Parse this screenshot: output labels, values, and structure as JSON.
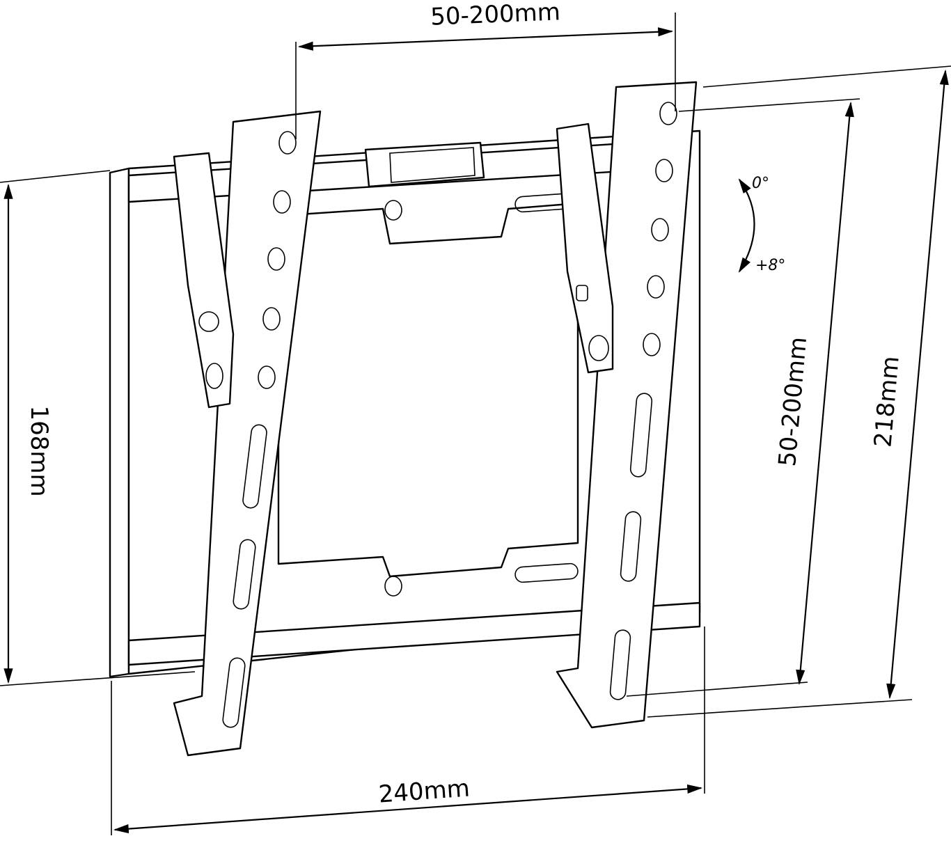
{
  "diagram": {
    "subject": "Tilting TV wall mount bracket",
    "dimensions": {
      "top_vesa_horizontal": "50-200mm",
      "vesa_vertical": "50-200mm",
      "overall_height": "218mm",
      "wall_plate_height": "168mm",
      "overall_width": "240mm"
    },
    "tilt": {
      "min": "0°",
      "max": "+8°"
    }
  }
}
